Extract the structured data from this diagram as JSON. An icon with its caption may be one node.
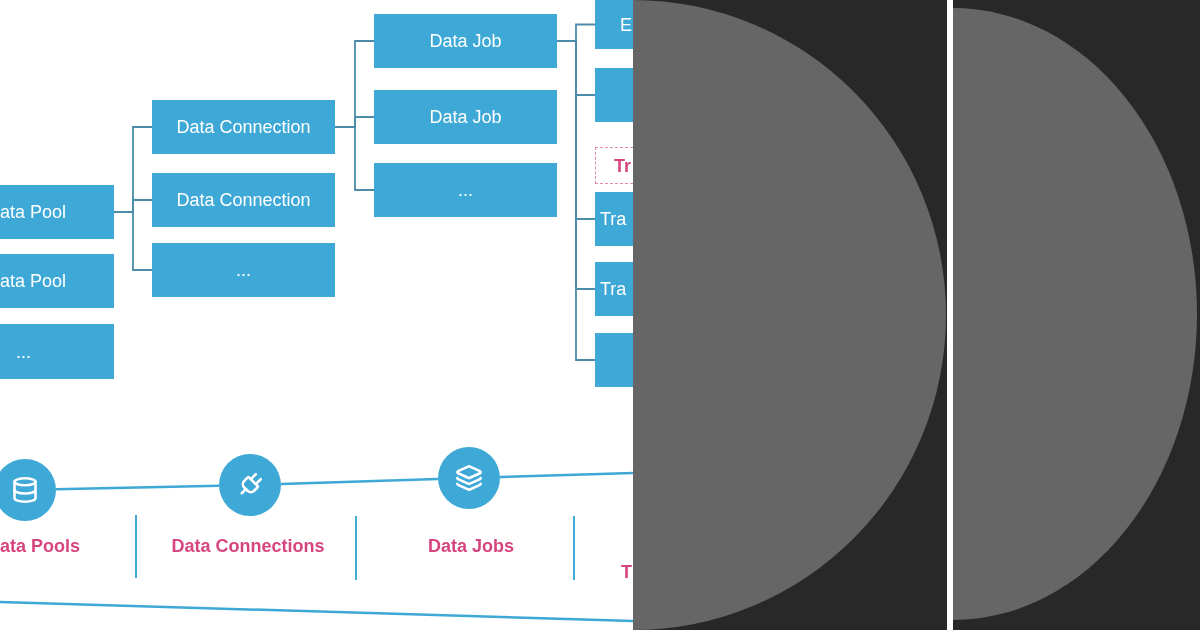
{
  "diagram": {
    "nodes": [
      {
        "text": [
          "ata Pool"
        ]
      },
      {
        "text": [
          "ata Pool"
        ]
      },
      {
        "text": [
          "..."
        ]
      },
      {
        "text": [
          "Data Connection"
        ]
      },
      {
        "text": [
          "Data Connection"
        ]
      },
      {
        "text": [
          "..."
        ]
      },
      {
        "text": [
          "Data Job"
        ]
      },
      {
        "text": [
          "Data Job"
        ]
      },
      {
        "text": [
          "..."
        ]
      },
      {
        "text": [
          "E"
        ]
      },
      {
        "text": [],
        "shape": "box"
      },
      {
        "text": [
          "Tr"
        ]
      },
      {
        "text": [
          "Tra"
        ]
      },
      {
        "text": [
          "Tra"
        ]
      },
      {
        "text": [],
        "shape": "box"
      },
      {
        "text": [],
        "shape": "circle",
        "beside": [
          "ata Pools"
        ]
      },
      {
        "text": [],
        "shape": "circle",
        "beside": [
          "Data Connections"
        ]
      },
      {
        "text": [],
        "shape": "circle",
        "beside": [
          "Data Jobs"
        ]
      }
    ],
    "edges": [
      {
        "from": 0,
        "to": 3,
        "arrow": "none"
      },
      {
        "from": 0,
        "to": 4,
        "arrow": "none"
      },
      {
        "from": 0,
        "to": 5,
        "arrow": "none"
      },
      {
        "from": 3,
        "to": 6,
        "arrow": "none"
      },
      {
        "from": 3,
        "to": 7,
        "arrow": "none"
      },
      {
        "from": 3,
        "to": 8,
        "arrow": "none"
      },
      {
        "from": 6,
        "to": 9,
        "arrow": "none"
      },
      {
        "from": 6,
        "to": 10,
        "arrow": "none"
      },
      {
        "from": 6,
        "to": 12,
        "arrow": "none"
      },
      {
        "from": 6,
        "to": 13,
        "arrow": "none"
      },
      {
        "from": 6,
        "to": 14,
        "arrow": "none"
      },
      {
        "from": 15,
        "to": 16,
        "arrow": "none",
        "color": "#3ea8d6"
      },
      {
        "from": 16,
        "to": 17,
        "arrow": "none",
        "color": "#3ea8d6"
      },
      {
        "from": 17,
        "to": null,
        "arrow": "none",
        "color": "#3ea8d6"
      }
    ],
    "labels": [
      "T"
    ]
  }
}
